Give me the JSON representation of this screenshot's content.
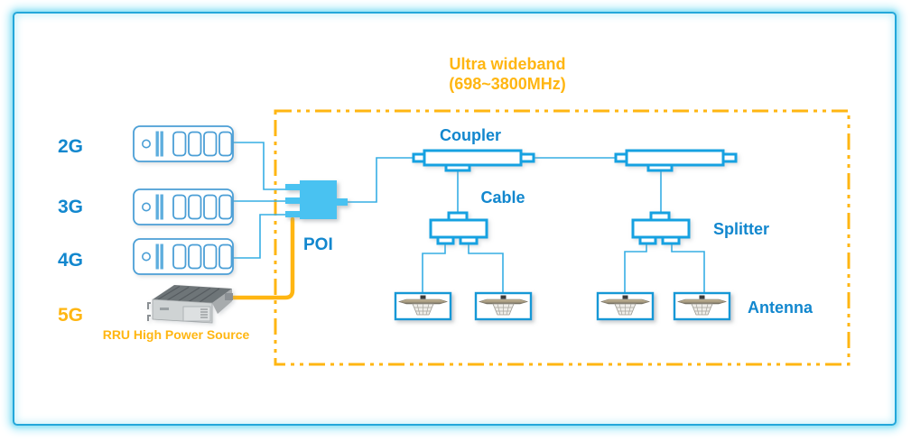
{
  "title": {
    "line1": "Ultra wideband",
    "line2": "(698~3800MHz)"
  },
  "sources": {
    "g2": "2G",
    "g3": "3G",
    "g4": "4G",
    "g5": "5G",
    "rru_caption": "RRU High Power Source"
  },
  "components": {
    "poi": "POI",
    "coupler": "Coupler",
    "cable": "Cable",
    "splitter": "Splitter",
    "antenna": "Antenna"
  },
  "icons": {
    "bbu_unit": "baseband-unit-icon",
    "rru_device": "remote-radio-unit-icon",
    "poi_combiner": "poi-combiner-icon",
    "coupler": "coupler-icon",
    "splitter": "splitter-icon",
    "ceiling_antenna": "ceiling-antenna-icon"
  },
  "colors": {
    "label_blue": "#1287CE",
    "line_cyan": "#36AEE4",
    "shape_blue": "#16A1E1",
    "poi_fill": "#4AC2F1",
    "bbu_stroke": "#4B9FD6",
    "accent_orange": "#FFB612",
    "frame_cyan": "#23A7DA",
    "background": "#FFFFFF"
  }
}
